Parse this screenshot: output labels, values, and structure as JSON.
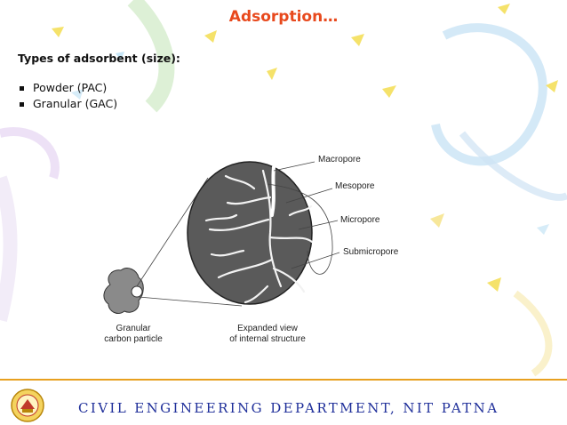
{
  "slide": {
    "title": "Adsorption…",
    "subtitle": "Types of adsorbent (size):",
    "bullets": [
      "Powder (PAC)",
      "Granular (GAC)"
    ]
  },
  "figure": {
    "labels": {
      "macropore": "Macropore",
      "mesopore": "Mesopore",
      "micropore": "Micropore",
      "submicropore": "Submicropore",
      "particle_line1": "Granular",
      "particle_line2": "carbon particle",
      "view_line1": "Expanded view",
      "view_line2": "of internal structure"
    }
  },
  "footer": {
    "department": "CIVIL ENGINEERING DEPARTMENT, NIT PATNA",
    "logo_icon": "institute-seal-icon"
  },
  "colors": {
    "title": "#e8491d",
    "footer_text": "#1f2f9a",
    "footer_rule": "#e8a020"
  }
}
